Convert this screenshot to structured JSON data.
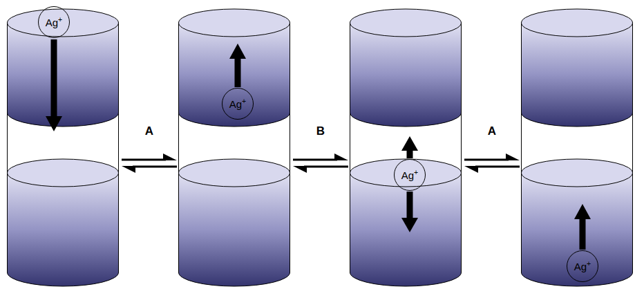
{
  "diagram": {
    "nodes": [
      {
        "text": [
          "Ag+"
        ]
      },
      {
        "text": [
          "Ag+"
        ]
      },
      {
        "text": [
          "Ag+"
        ]
      },
      {
        "text": [
          "Ag+"
        ]
      }
    ],
    "labels": [
      "A",
      "B",
      "A"
    ]
  }
}
